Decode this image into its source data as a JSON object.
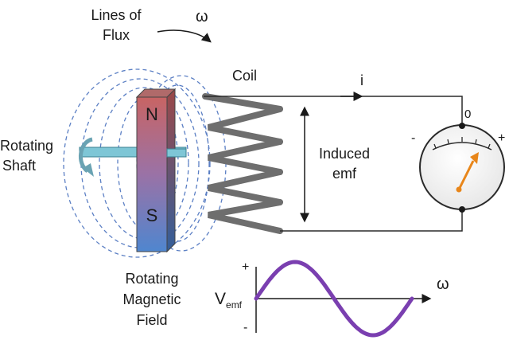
{
  "labels": {
    "flux_line1": "Lines of",
    "flux_line2": "Flux",
    "omega_top": "ω",
    "coil": "Coil",
    "current": "i",
    "meter_zero": "0",
    "meter_minus": "-",
    "meter_plus": "+",
    "shaft_line1": "Rotating",
    "shaft_line2": "Shaft",
    "pole_north": "N",
    "pole_south": "S",
    "emf_line1": "Induced",
    "emf_line2": "emf",
    "field_line1": "Rotating",
    "field_line2": "Magnetic",
    "field_line3": "Field",
    "wave_plus": "+",
    "wave_minus": "-",
    "vemf_main": "V",
    "vemf_sub": "emf",
    "omega_axis": "ω"
  },
  "colors": {
    "flux_lines": "#5b7fc4",
    "magnet_north": "#c86464",
    "magnet_south": "#4f86cf",
    "shaft": "#7ec6d6",
    "coil": "#6e6e6e",
    "needle": "#e8861a",
    "waveform": "#7a3fb0",
    "wire": "#2a2a2a"
  }
}
